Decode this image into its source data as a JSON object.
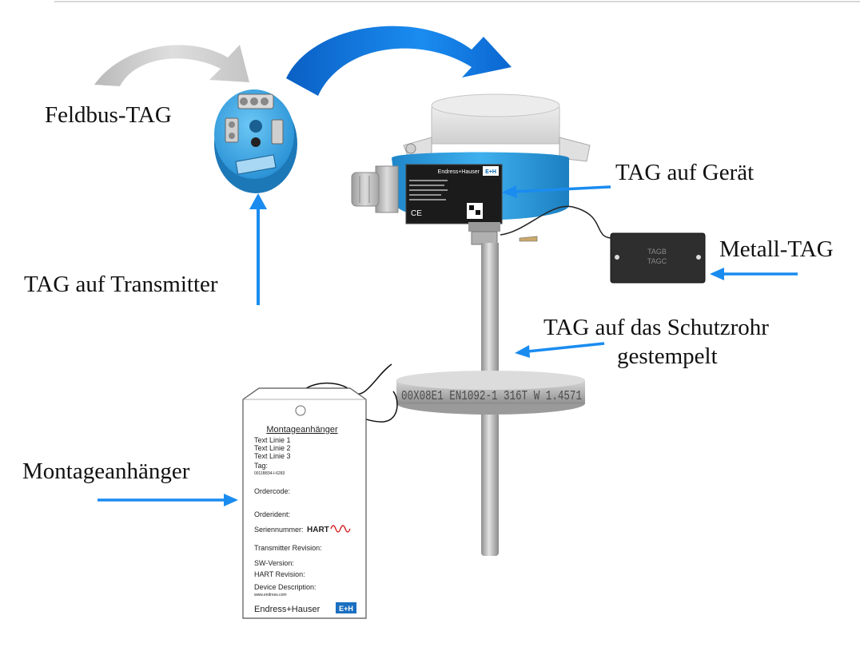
{
  "labels": {
    "feldbus_tag": "Feldbus-TAG",
    "tag_auf_transmitter": "TAG auf Transmitter",
    "tag_auf_geraet": "TAG auf Gerät",
    "metall_tag": "Metall-TAG",
    "tag_schutzrohr_line1": "TAG auf das Schutzrohr",
    "tag_schutzrohr_line2": "gestempelt",
    "montageanhaenger": "Montageanhänger"
  },
  "metal_plate": {
    "line1": "TAGB",
    "line2": "TAGC"
  },
  "flange_text": "00X08E1 EN1092-1 316T W 1.4571",
  "nameplate": {
    "brand": "Endress+Hauser",
    "logo": "E+H",
    "ce": "CE"
  },
  "hanging_tag": {
    "title": "Montageanhänger",
    "text_lines": [
      "Text Linie 1",
      "Text Linie 2",
      "Text Linie 3"
    ],
    "tag_label": "Tag:",
    "tag_value": "0011B834-I-6283",
    "ordercode": "Ordercode:",
    "orderident": "Orderident:",
    "seriennummer": "Seriennummer:",
    "hart_logo": "HART",
    "transmitter_revision": "Transmitter Revision:",
    "sw_version": "SW-Version:",
    "hart_revision": "HART Revision:",
    "device_description": "Device Description:",
    "device_description_value": "www.endress.com",
    "brand": "Endress+Hauser",
    "logo": "E+H"
  },
  "colors": {
    "arrow_blue": "#1a8cf0",
    "arrow_gray": "#c8c8c8",
    "housing_blue": "#2f9ee0",
    "housing_gray": "#e6e6e6",
    "metal": "#b8b8b8"
  }
}
